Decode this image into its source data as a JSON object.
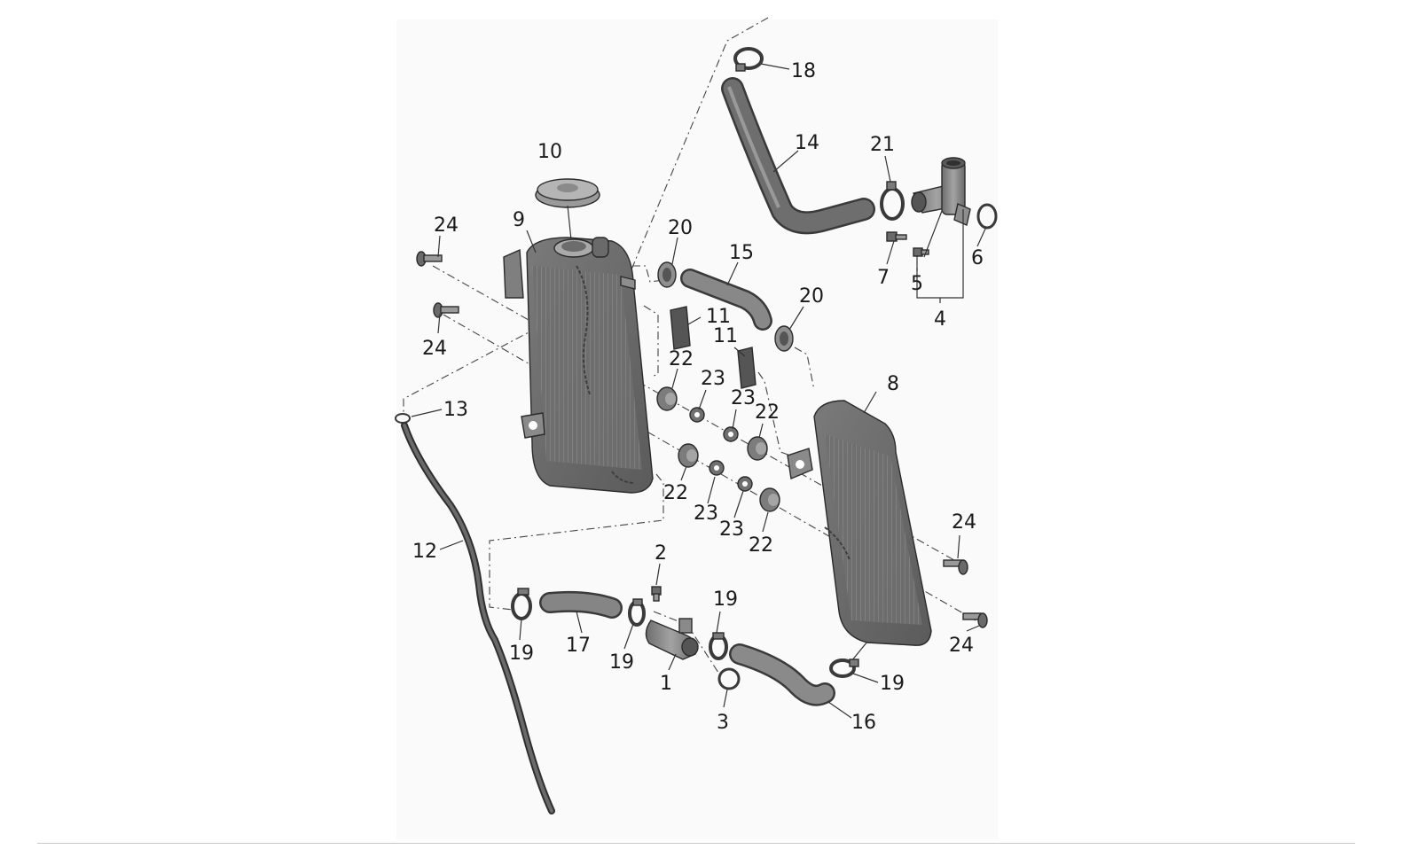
{
  "diagram": {
    "colors": {
      "part_fill": "#8c8c8c",
      "part_dark": "#5e5e5e",
      "part_light": "#b8b8b8",
      "line": "#333333",
      "panel_bg": "#fafafa"
    },
    "callouts": [
      {
        "id": "c18",
        "label": "18"
      },
      {
        "id": "c14",
        "label": "14"
      },
      {
        "id": "c21",
        "label": "21"
      },
      {
        "id": "c10",
        "label": "10"
      },
      {
        "id": "c9",
        "label": "9"
      },
      {
        "id": "c24a",
        "label": "24"
      },
      {
        "id": "c20a",
        "label": "20"
      },
      {
        "id": "c15",
        "label": "15"
      },
      {
        "id": "c6",
        "label": "6"
      },
      {
        "id": "c7",
        "label": "7"
      },
      {
        "id": "c5",
        "label": "5"
      },
      {
        "id": "c20b",
        "label": "20"
      },
      {
        "id": "c11a",
        "label": "11"
      },
      {
        "id": "c4",
        "label": "4"
      },
      {
        "id": "c11b",
        "label": "11"
      },
      {
        "id": "c24b",
        "label": "24"
      },
      {
        "id": "c22a",
        "label": "22"
      },
      {
        "id": "c23a",
        "label": "23"
      },
      {
        "id": "c8",
        "label": "8"
      },
      {
        "id": "c23b",
        "label": "23"
      },
      {
        "id": "c13",
        "label": "13"
      },
      {
        "id": "c22b",
        "label": "22"
      },
      {
        "id": "c22c",
        "label": "22"
      },
      {
        "id": "c23c",
        "label": "23"
      },
      {
        "id": "c23d",
        "label": "23"
      },
      {
        "id": "c24c",
        "label": "24"
      },
      {
        "id": "c22d",
        "label": "22"
      },
      {
        "id": "c12",
        "label": "12"
      },
      {
        "id": "c2",
        "label": "2"
      },
      {
        "id": "c19a",
        "label": "19"
      },
      {
        "id": "c24d",
        "label": "24"
      },
      {
        "id": "c19b",
        "label": "19"
      },
      {
        "id": "c17",
        "label": "17"
      },
      {
        "id": "c19c",
        "label": "19"
      },
      {
        "id": "c1",
        "label": "1"
      },
      {
        "id": "c19d",
        "label": "19"
      },
      {
        "id": "c3",
        "label": "3"
      },
      {
        "id": "c16",
        "label": "16"
      }
    ]
  }
}
